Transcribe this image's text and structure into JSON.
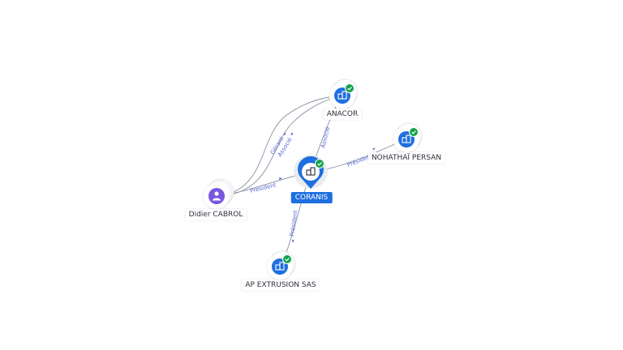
{
  "nodes": {
    "coranis": {
      "label": "CORANIS",
      "kind": "company",
      "verified": true,
      "main": true
    },
    "anacor": {
      "label": "ANACOR",
      "kind": "company",
      "verified": true
    },
    "nohathai": {
      "label": "NOHATHAÏ PERSAN",
      "kind": "company",
      "verified": true
    },
    "ap_extrusion": {
      "label": "AP EXTRUSION SAS",
      "kind": "company",
      "verified": true
    },
    "didier": {
      "label": "Didier CABROL",
      "kind": "person"
    }
  },
  "edges": {
    "didier_anacor_gerant": "Gérant",
    "didier_anacor_associe": "Associé",
    "didier_coranis": "Président",
    "coranis_anacor": "Associé",
    "coranis_nohathai": "Président",
    "coranis_ap_extrusion": "Président"
  },
  "colors": {
    "company": "#1e6fe0",
    "person": "#7a55e0",
    "verified": "#13a34a",
    "edge_label": "#5a67d8",
    "edge": "#8a8ea0"
  },
  "icons": {
    "company": "building-icon",
    "person": "person-icon",
    "verified": "check-icon"
  }
}
